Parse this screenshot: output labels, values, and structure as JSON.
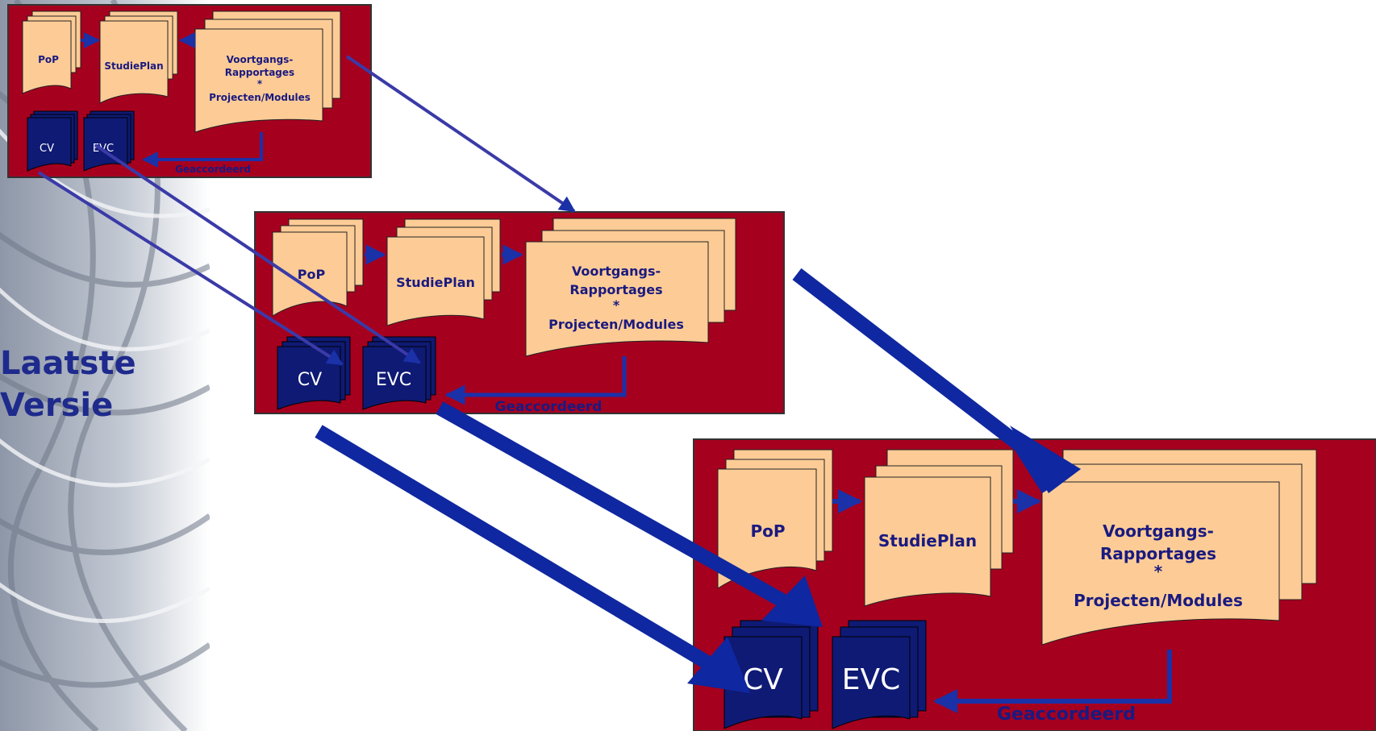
{
  "side_title": {
    "line1": "Laatste",
    "line2": "Versie"
  },
  "colors": {
    "panel": "#a6001f",
    "doc_light": "#fdcc96",
    "doc_dark": "#0e1a74",
    "arrow": "#1b31a8",
    "label": "#1a1a80"
  },
  "panels": [
    {
      "name": "small",
      "docs": {
        "pop": "PoP",
        "studieplan": "StudiePlan",
        "voortgang": [
          "Voortgangs-",
          "Rapportages",
          "*",
          "Projecten/Modules"
        ]
      },
      "cv": "CV",
      "evc": "EVC",
      "approved": "Geaccordeerd"
    },
    {
      "name": "medium",
      "docs": {
        "pop": "PoP",
        "studieplan": "StudiePlan",
        "voortgang": [
          "Voortgangs-",
          "Rapportages",
          "*",
          "Projecten/Modules"
        ]
      },
      "cv": "CV",
      "evc": "EVC",
      "approved": "Geaccordeerd"
    },
    {
      "name": "large",
      "docs": {
        "pop": "PoP",
        "studieplan": "StudiePlan",
        "voortgang": [
          "Voortgangs-",
          "Rapportages",
          "*",
          "Projecten/Modules"
        ]
      },
      "cv": "CV",
      "evc": "EVC",
      "approved": "Geaccordeerd"
    }
  ],
  "icons": {
    "background": "lattice-background-icon"
  }
}
